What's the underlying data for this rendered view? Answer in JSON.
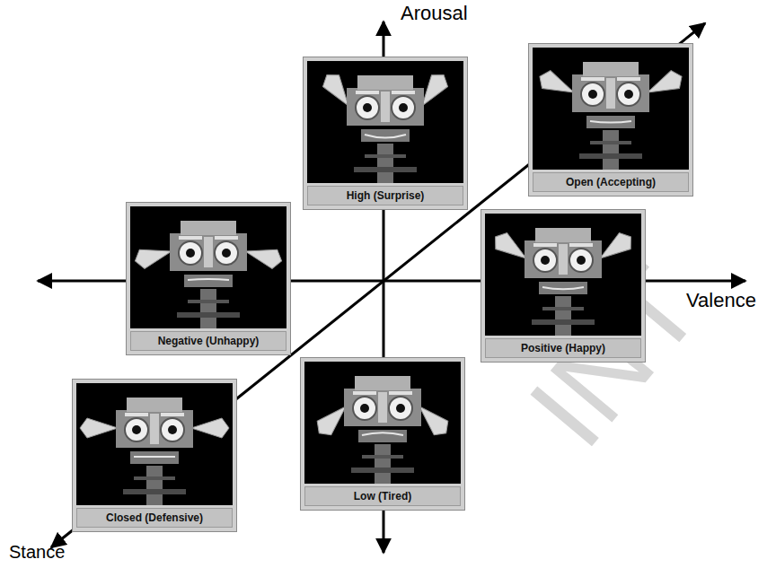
{
  "diagram": {
    "nodes": [
      {
        "text": [
          "High (Surprise)"
        ]
      },
      {
        "text": [
          "Open (Accepting)"
        ]
      },
      {
        "text": [
          "Negative (Unhappy)"
        ]
      },
      {
        "text": [
          "Positive (Happy)"
        ]
      },
      {
        "text": [
          "Closed (Defensive)"
        ]
      },
      {
        "text": [
          "Low (Tired)"
        ]
      }
    ],
    "labels": [
      "Arousal",
      "Valence",
      "Stance",
      "INT"
    ]
  }
}
